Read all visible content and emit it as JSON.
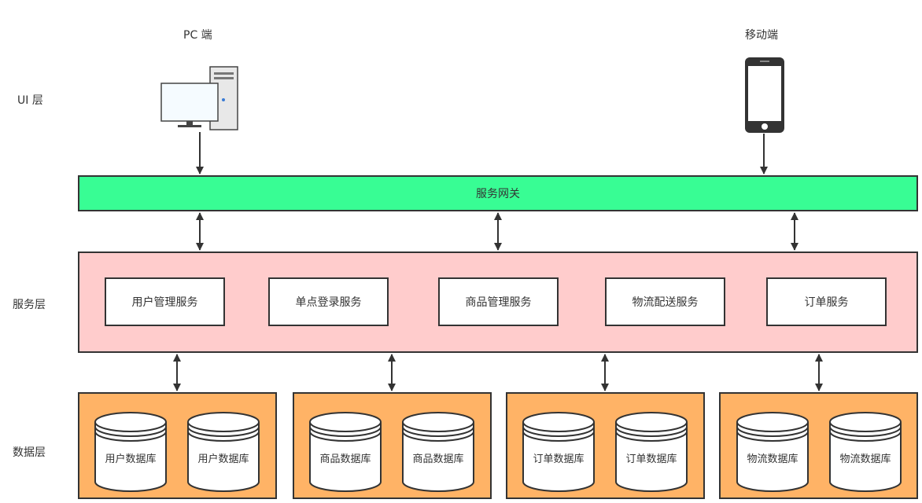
{
  "layers": {
    "ui": "UI 层",
    "service": "服务层",
    "data": "数据层"
  },
  "clients": {
    "pc": "PC 端",
    "mobile": "移动端"
  },
  "gateway": "服务网关",
  "services": [
    "用户管理服务",
    "单点登录服务",
    "商品管理服务",
    "物流配送服务",
    "订单服务"
  ],
  "db_groups": [
    [
      "用户数据库",
      "用户数据库"
    ],
    [
      "商品数据库",
      "商品数据库"
    ],
    [
      "订单数据库",
      "订单数据库"
    ],
    [
      "物流数据库",
      "物流数据库"
    ]
  ],
  "colors": {
    "gateway": "#38fd94",
    "service_layer": "#ffcccc",
    "db_group": "#ffb366"
  },
  "icons": {
    "pc": "desktop-computer-icon",
    "mobile": "smartphone-icon",
    "database": "database-cylinder-icon"
  }
}
